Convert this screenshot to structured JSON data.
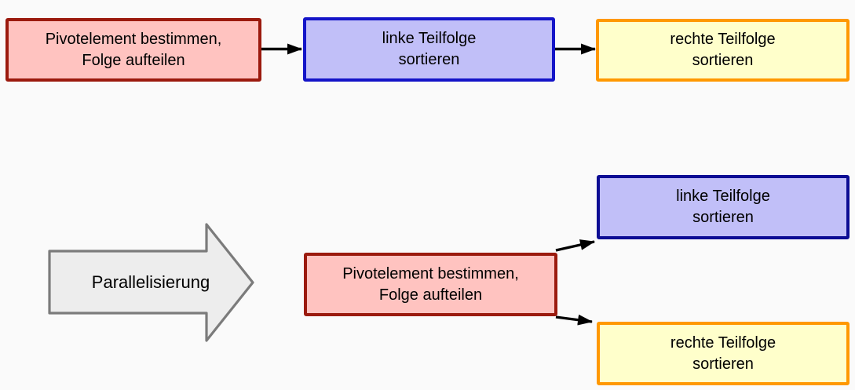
{
  "canvas": {
    "background": "#fafafa"
  },
  "colors": {
    "pivot_fill": "#ffc3c0",
    "pivot_border": "#9b1a0e",
    "left_fill": "#c1bff8",
    "left_border_sequential": "#1414c8",
    "left_border_parallel": "#0d0d94",
    "right_fill": "#ffffcb",
    "right_border": "#ff9800",
    "transform_arrow_fill": "#ededed",
    "transform_arrow_border": "#7b7b7b",
    "connector_color": "#000000",
    "text_color": "#000000"
  },
  "sequential_flow": {
    "pivot_box": {
      "line1": "Pivotelement bestimmen,",
      "line2": "Folge aufteilen"
    },
    "left_box": {
      "line1": "linke Teilfolge",
      "line2": "sortieren"
    },
    "right_box": {
      "line1": "rechte Teilfolge",
      "line2": "sortieren"
    }
  },
  "parallel_flow": {
    "pivot_box": {
      "line1": "Pivotelement bestimmen,",
      "line2": "Folge aufteilen"
    },
    "left_box": {
      "line1": "linke Teilfolge",
      "line2": "sortieren"
    },
    "right_box": {
      "line1": "rechte Teilfolge",
      "line2": "sortieren"
    }
  },
  "transform": {
    "label": "Parallelisierung"
  }
}
